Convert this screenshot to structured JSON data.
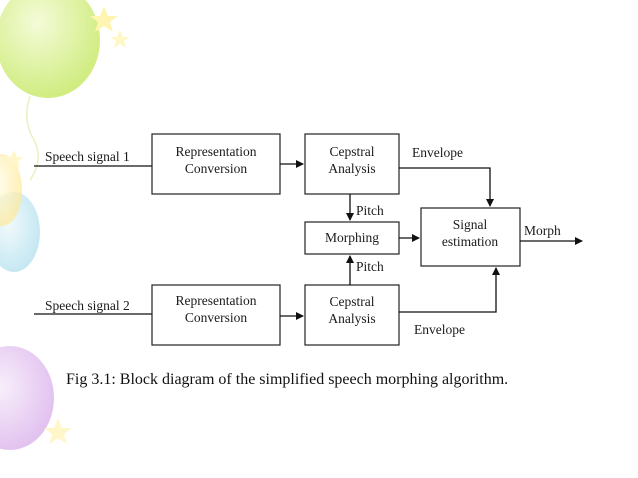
{
  "diagram": {
    "inputs": {
      "speech_signal_1": "Speech signal 1",
      "speech_signal_2": "Speech signal 2"
    },
    "blocks": {
      "representation_conversion_1": [
        "Representation",
        "Conversion"
      ],
      "representation_conversion_2": [
        "Representation",
        "Conversion"
      ],
      "cepstral_analysis_1": [
        "Cepstral",
        "Analysis"
      ],
      "cepstral_analysis_2": [
        "Cepstral",
        "Analysis"
      ],
      "morphing": "Morphing",
      "signal_estimation": [
        "Signal",
        "estimation"
      ]
    },
    "edge_labels": {
      "envelope_top": "Envelope",
      "envelope_bottom": "Envelope",
      "pitch_top": "Pitch",
      "pitch_bottom": "Pitch",
      "output": "Morph"
    },
    "caption": "Fig 3.1:  Block diagram of the simplified speech morphing algorithm."
  },
  "decoration": {
    "balloon_colors": [
      "#d6f08a",
      "#ffe98a",
      "#c9ecf4",
      "#e8c8f4",
      "#f6f7c4"
    ]
  }
}
